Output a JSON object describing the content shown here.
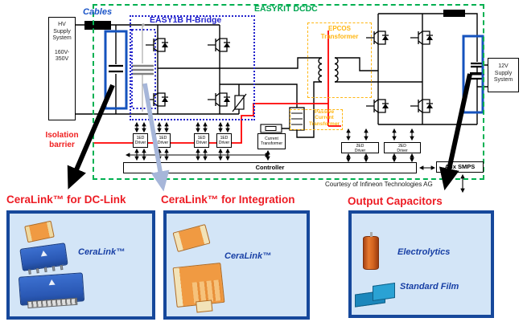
{
  "colors": {
    "easykit_green": "#00B050",
    "bridge_blue": "#2222CC",
    "highlight_blue": "#1553BE",
    "epcos_orange": "#FFB612",
    "wire_red": "#FF0000",
    "header_red": "#ED1C24",
    "panel_fill": "#D3E5F7",
    "panel_border": "#16489B",
    "integration_arrow_gray": "#A6B6D9"
  },
  "schematic": {
    "title": "EASYKIT DCDC",
    "cables_label": "Cables",
    "hv_supply": {
      "line1": "HV",
      "line2": "Supply",
      "line3": "System",
      "line4": "160V-",
      "line5": "350V"
    },
    "hbridge_label": "EASY1B H-Bridge",
    "epcos_transformer": {
      "line1": "EPCOS",
      "line2": "Transformer"
    },
    "passive_ct": {
      "line1": "Passive",
      "line2": "Current",
      "line3": "Transformer"
    },
    "isolation_barrier": {
      "line1": "Isolation",
      "line2": "barrier"
    },
    "driver_1ed": {
      "line1": "1ED",
      "line2": "Driver"
    },
    "driver_2ed": {
      "line1": "2ED",
      "line2": "Driver"
    },
    "current_transformer": {
      "line1": "Current",
      "line2": "Transformer"
    },
    "controller_label": "Controller",
    "aux_smps_label": "Aux SMPS",
    "v12_supply": {
      "line1": "12V",
      "line2": "Supply",
      "line3": "System"
    },
    "courtesy_note": "Courtesy of Infineon Technologies AG"
  },
  "panels": {
    "dclink": {
      "title": "CeraLink™ for DC-Link",
      "label": "CeraLink™"
    },
    "integration": {
      "title": "CeraLink™ for Integration",
      "label": "CeraLink™"
    },
    "output": {
      "title": "Output Capacitors",
      "label_top": "Electrolytics",
      "label_bottom": "Standard Film"
    }
  }
}
